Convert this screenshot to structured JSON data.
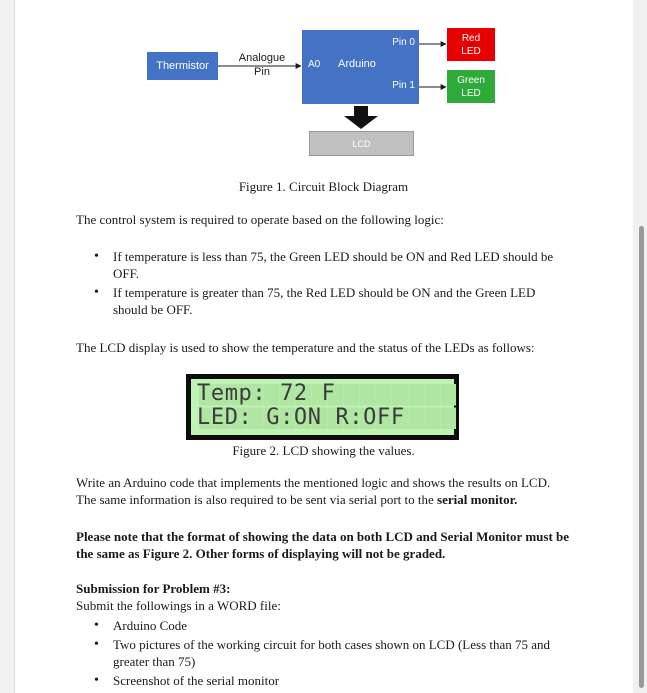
{
  "diagram": {
    "thermistor": "Thermistor",
    "analogue_line1": "Analogue",
    "analogue_line2": "Pin",
    "a0": "A0",
    "arduino": "Arduino",
    "pin0": "Pin 0",
    "pin1": "Pin 1",
    "red_led_line1": "Red",
    "red_led_line2": "LED",
    "green_led_line1": "Green",
    "green_led_line2": "LED",
    "lcd": "LCD",
    "colors": {
      "block_blue": "#4472c4",
      "red_led": "#e60000",
      "green_led": "#2eaa3a",
      "lcd_gray": "#c0c0c0"
    }
  },
  "figure1_caption": "Figure 1. Circuit Block Diagram",
  "logic_intro": "The control system is required to operate based on the following logic:",
  "logic_bullets": [
    "If temperature is less than 75, the Green LED should be ON and Red LED should be OFF.",
    "If temperature is greater than 75, the Red LED should be ON and the Green LED should be OFF."
  ],
  "lcd_intro": "The LCD display is used to show the temperature and the status of the LEDs as follows:",
  "lcd_display": {
    "line1": "Temp: 72 F",
    "line2": "LED: G:ON R:OFF",
    "screen_color": "#bff2b4"
  },
  "figure2_caption": "Figure 2. LCD showing the values.",
  "task_paragraph": "Write an Arduino code that implements the mentioned logic and shows the results on LCD. The same information is also required to be sent via serial port to the",
  "task_bold_tail": "serial monitor.",
  "note_bold": "Please note that the format of showing the data on both LCD and Serial Monitor must be the same as Figure 2. Other forms of displaying will not be graded.",
  "submission": {
    "heading": "Submission for Problem #3:",
    "intro": "Submit the followings in a WORD file:",
    "items": [
      "Arduino Code",
      "Two pictures of the working circuit for both cases shown on LCD (Less than 75 and greater than 75)",
      "Screenshot of the serial monitor"
    ]
  }
}
